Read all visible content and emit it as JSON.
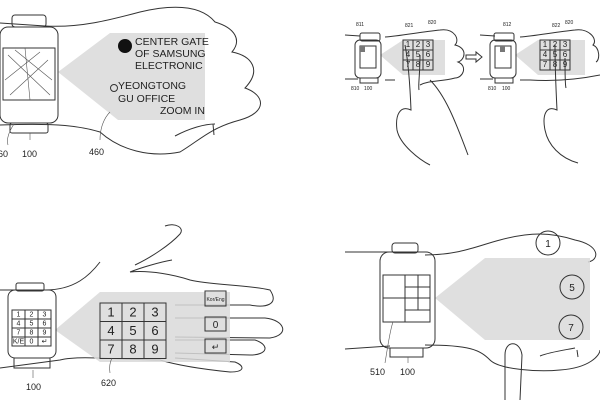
{
  "figure_1": {
    "projected_text": {
      "line1": "CENTER GATE",
      "line2": "OF SAMSUNG",
      "line3": "ELECTRONIC",
      "line4": "YEONGTONG",
      "line5": "GU OFFICE",
      "action": "ZOOM IN"
    },
    "labels": {
      "a": "60",
      "b": "100",
      "c": "460"
    }
  },
  "figure_2": {
    "before": {
      "labels": {
        "top_watch": "811",
        "finger": "821",
        "pad": "820",
        "bottom_a": "810",
        "bottom_b": "100"
      }
    },
    "after": {
      "labels": {
        "top_watch": "812",
        "finger": "822",
        "pad": "820",
        "bottom_a": "810",
        "bottom_b": "100"
      }
    },
    "keys": [
      "1",
      "2",
      "3",
      "4",
      "5",
      "6",
      "7",
      "8",
      "9"
    ]
  },
  "figure_3": {
    "keypad": [
      "1",
      "2",
      "3",
      "4",
      "5",
      "6",
      "7",
      "8",
      "9"
    ],
    "watch_keys": [
      "1",
      "2",
      "3",
      "4",
      "5",
      "6",
      "7",
      "8",
      "9",
      "K/E",
      "0",
      "↵"
    ],
    "side_keys": {
      "lang": "Kor/Eng",
      "zero": "0",
      "enter": "↵"
    },
    "labels": {
      "watch": "100",
      "pad": "620"
    }
  },
  "figure_4": {
    "knuckle_buttons": [
      "1",
      "5",
      "7"
    ],
    "labels": {
      "screen": "510",
      "watch": "100"
    }
  }
}
